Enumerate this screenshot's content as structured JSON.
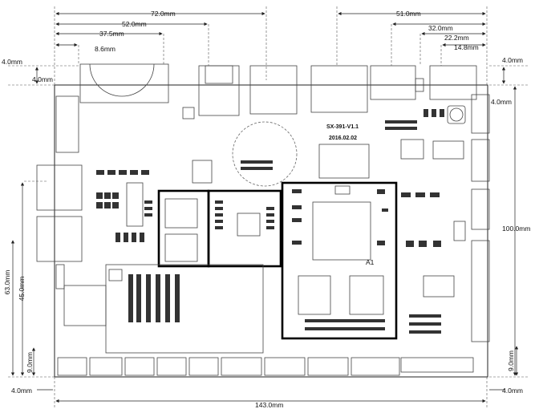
{
  "board": {
    "model": "SX-391-V1.1",
    "date": "2016.02.02",
    "marker": "A1"
  },
  "dimensions": {
    "top": [
      "72.0mm",
      "52.0mm",
      "37.5mm",
      "8.6mm",
      "51.0mm",
      "32.0mm",
      "22.2mm",
      "14.8mm"
    ],
    "left_top": [
      "4.0mm",
      "4.0mm"
    ],
    "right_top": [
      "4.0mm",
      "4.0mm"
    ],
    "left_vertical": [
      "45.0mm",
      "63.0mm",
      "9.0mm"
    ],
    "right_vertical": [
      "100.0mm",
      "9.0mm"
    ],
    "bottom_left": "4.0mm",
    "bottom_width": "143.0mm",
    "bottom_right": "4.0mm"
  },
  "colors": {
    "line": "#111111",
    "dim": "#222222",
    "comp": "#555555",
    "highlight": "#000000"
  }
}
